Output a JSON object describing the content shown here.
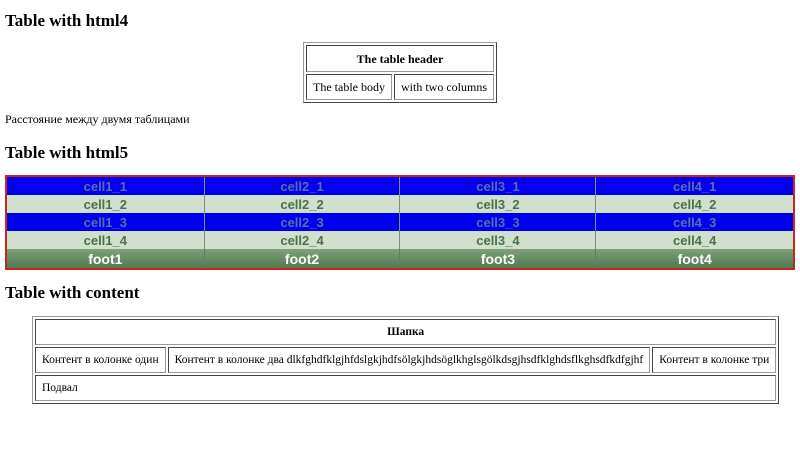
{
  "sections": {
    "html4": {
      "title": "Table with html4",
      "header": "The table header",
      "body": [
        "The table body",
        "with two columns"
      ]
    },
    "between_text": "Расстояние между двумя таблицами",
    "html5": {
      "title": "Table with html5",
      "rows": [
        [
          "cell1_1",
          "cell2_1",
          "cell3_1",
          "cell4_1"
        ],
        [
          "cell1_2",
          "cell2_2",
          "cell3_2",
          "cell4_2"
        ],
        [
          "cell1_3",
          "cell2_3",
          "cell3_3",
          "cell4_3"
        ],
        [
          "cell1_4",
          "cell2_4",
          "cell3_4",
          "cell4_4"
        ]
      ],
      "footer": [
        "foot1",
        "foot2",
        "foot3",
        "foot4"
      ],
      "colors": {
        "odd_row_bg": "#0000ee",
        "even_row_bg": "#d0e0cc",
        "footer_bg": "#5f885f",
        "border": "#cc2222"
      }
    },
    "content": {
      "title": "Table with content",
      "header": "Шапка",
      "row": [
        "Контент в колонке один",
        "Контент в колонке два dlkfghdfklgjhfdslgkjhdfsölgkjhdsöglkhglsgölkdsgjhsdfklghdsflkghsdfkdfgjhf",
        "Контент в колонке три"
      ],
      "footer": "Подвал"
    }
  }
}
